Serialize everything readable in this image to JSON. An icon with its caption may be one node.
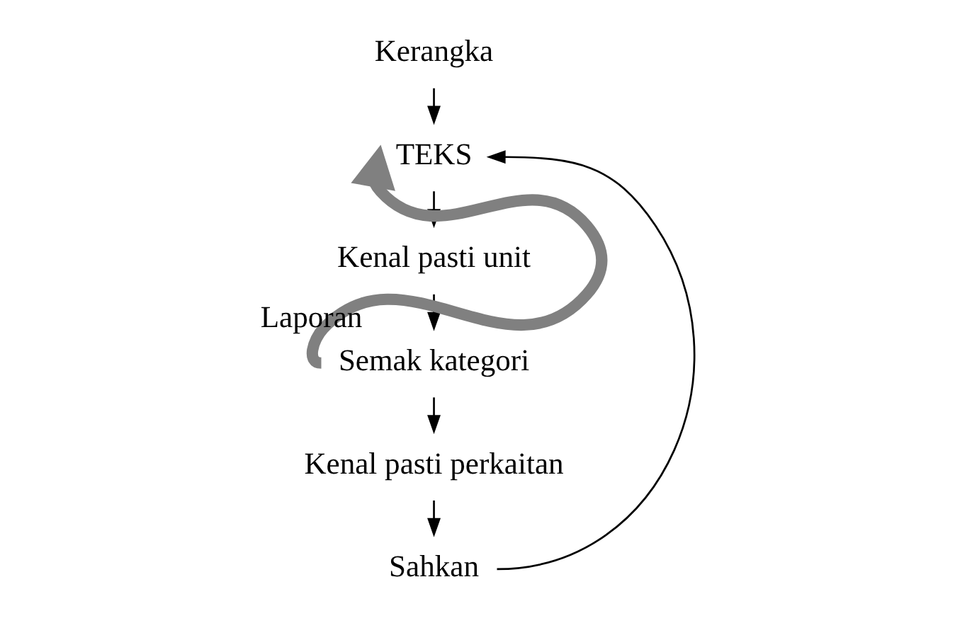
{
  "diagram": {
    "nodes": [
      {
        "text": [
          "Kerangka"
        ]
      },
      {
        "text": [
          "TEKS"
        ]
      },
      {
        "text": [
          "Kenal pasti unit"
        ]
      },
      {
        "text": [
          "Semak kategori"
        ]
      },
      {
        "text": [
          "Kenal pasti perkaitan"
        ]
      },
      {
        "text": [
          "Sahkan"
        ]
      }
    ],
    "edges": [
      {
        "from": 0,
        "to": 1,
        "arrow": "to"
      },
      {
        "from": 1,
        "to": 2,
        "arrow": "to"
      },
      {
        "from": 2,
        "to": 3,
        "arrow": "to"
      },
      {
        "from": 3,
        "to": 4,
        "arrow": "to"
      },
      {
        "from": 4,
        "to": 5,
        "arrow": "to"
      },
      {
        "from": 5,
        "to": 1,
        "arrow": "to"
      },
      {
        "from": 3,
        "to": 1,
        "arrow": "to",
        "label": "Laporan",
        "style": "thick",
        "color": "#808080"
      }
    ]
  }
}
